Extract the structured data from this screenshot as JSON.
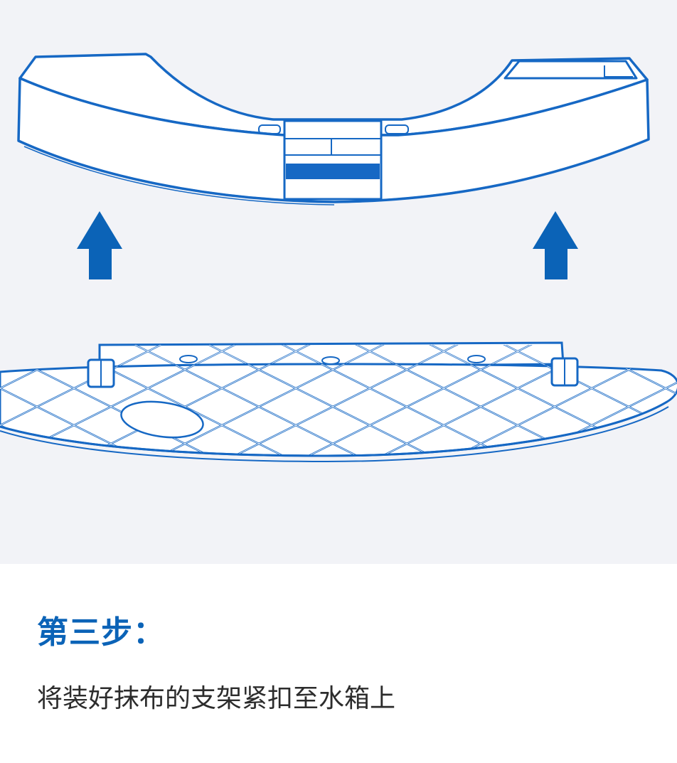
{
  "step": {
    "title": "第三步：",
    "description": "将装好抹布的支架紧扣至水箱上"
  },
  "illustration": {
    "parts": [
      "water-tank",
      "mop-bracket"
    ],
    "arrow_direction": "up",
    "arrow_count": 2
  },
  "colors": {
    "brand_blue": "#0b63b7",
    "line_blue": "#1668c4",
    "background": "#f2f3f7",
    "description_text": "#2c2c2c"
  }
}
